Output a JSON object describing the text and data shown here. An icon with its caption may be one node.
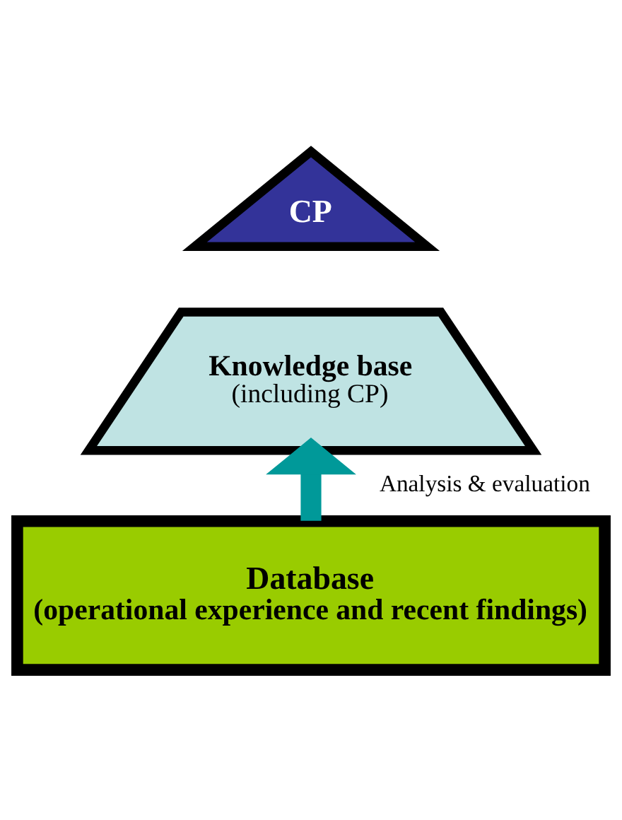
{
  "diagram": {
    "nodes": [
      {
        "text": [
          "CP"
        ]
      },
      {
        "text": [
          "Knowledge base",
          "(including CP)"
        ]
      },
      {
        "text": [
          "Database",
          "(operational experience and recent findings)"
        ]
      }
    ],
    "edges": [
      {
        "from": 2,
        "to": 1,
        "arrow": "to",
        "label": "Analysis & evaluation",
        "color": "#009999"
      }
    ]
  }
}
